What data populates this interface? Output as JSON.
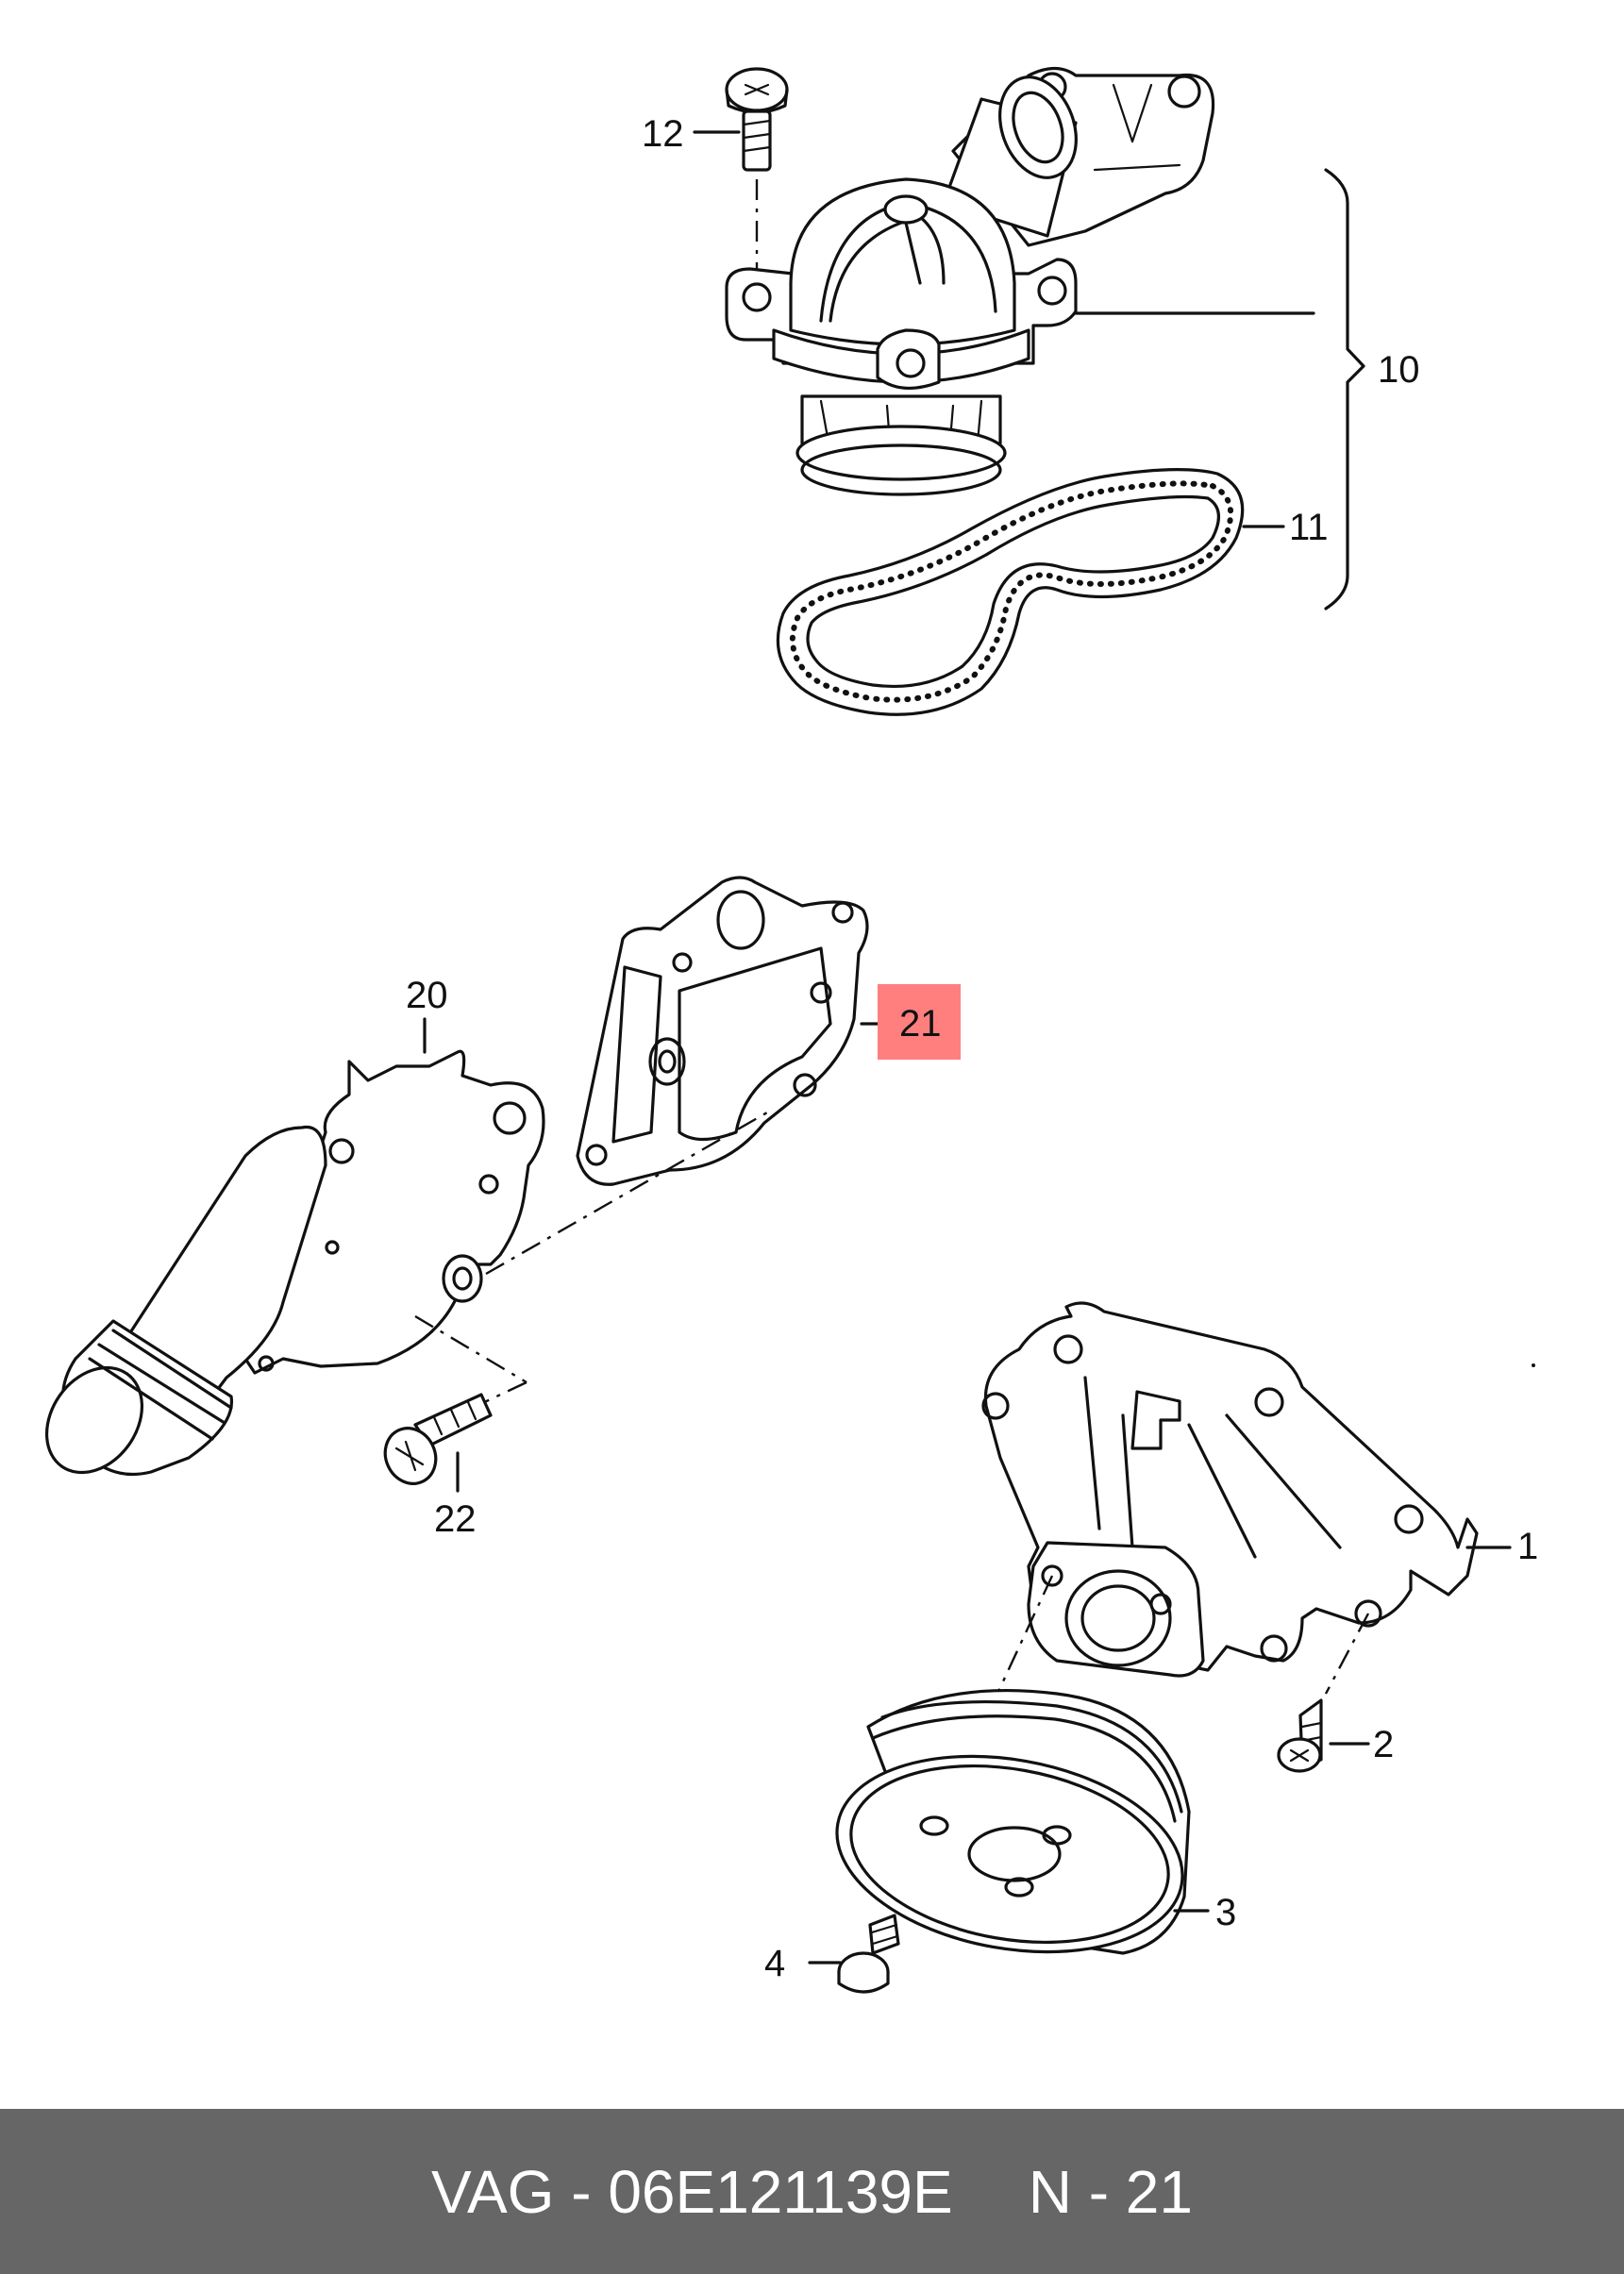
{
  "diagram": {
    "callouts": [
      {
        "id": "12",
        "text": "12"
      },
      {
        "id": "10",
        "text": "10"
      },
      {
        "id": "11",
        "text": "11"
      },
      {
        "id": "20",
        "text": "20"
      },
      {
        "id": "21",
        "text": "21",
        "highlighted": true
      },
      {
        "id": "22",
        "text": "22"
      },
      {
        "id": "1",
        "text": "1"
      },
      {
        "id": "2",
        "text": "2"
      },
      {
        "id": "3",
        "text": "3"
      },
      {
        "id": "4",
        "text": "4"
      }
    ],
    "highlight_color": "#ff7f7f"
  },
  "footer": {
    "part_number": "VAG - 06E121139E",
    "position": "N - 21",
    "background_color": "#666666",
    "text_color": "#ffffff"
  }
}
